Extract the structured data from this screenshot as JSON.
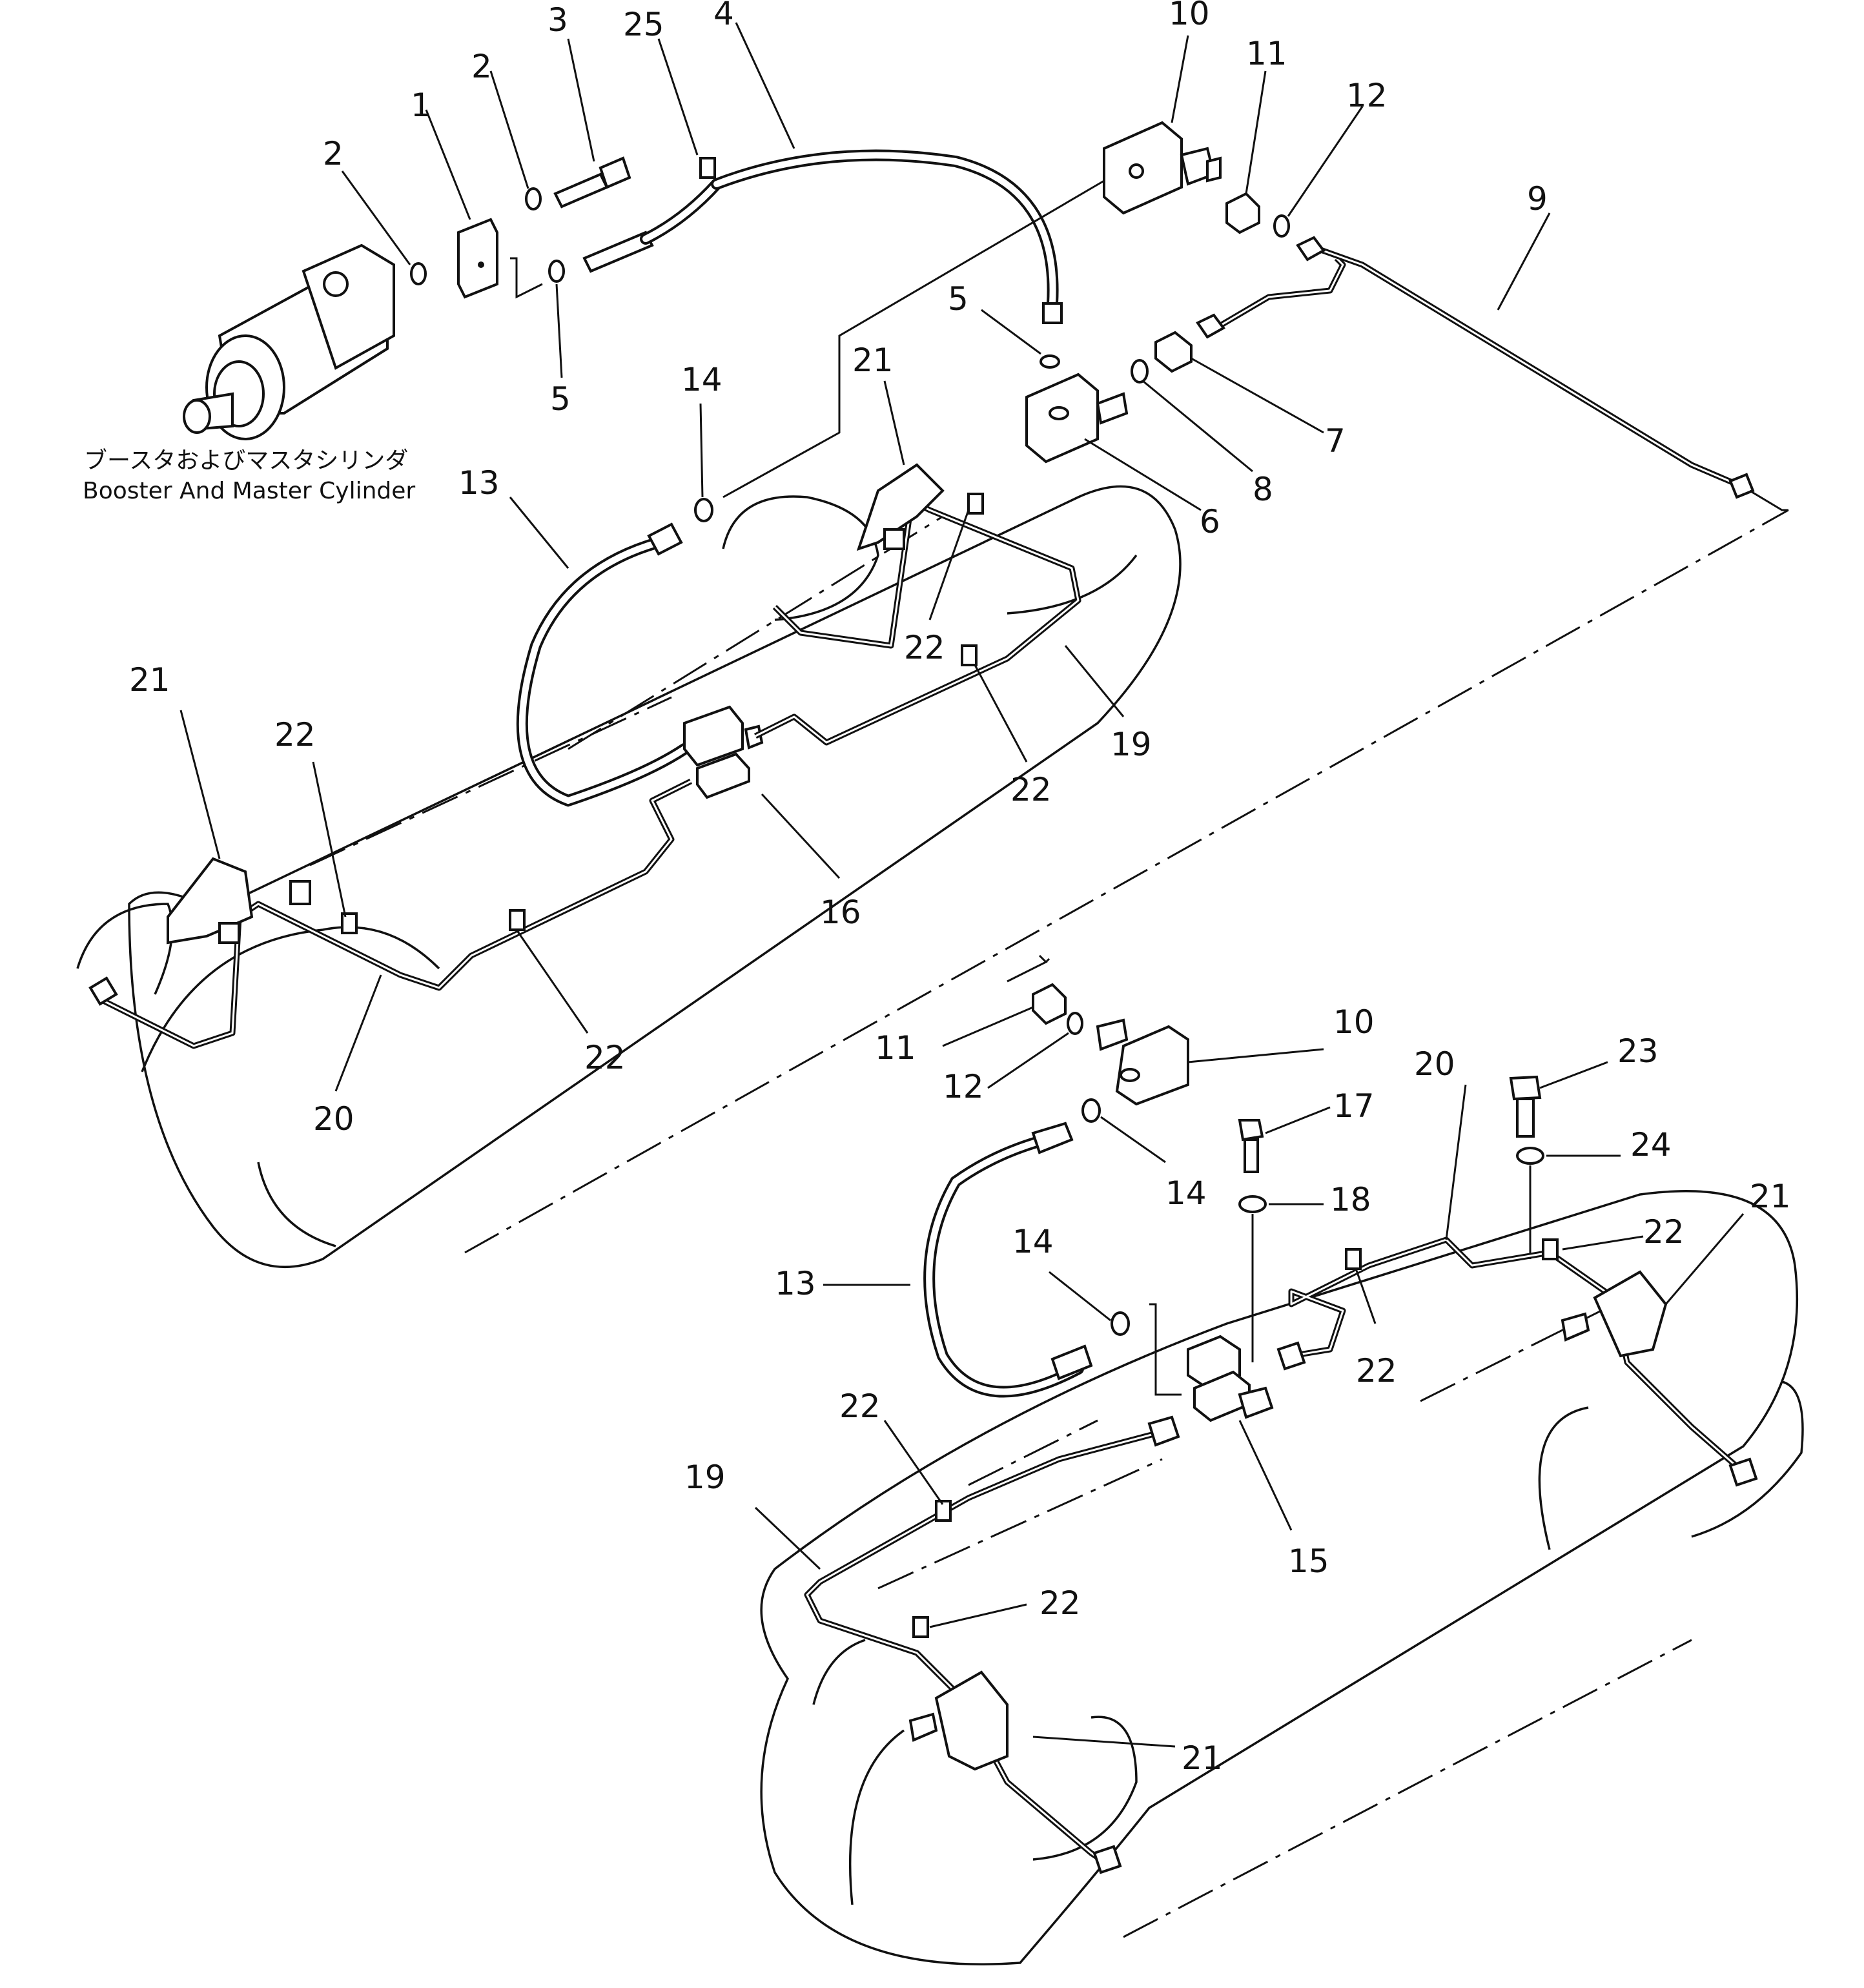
{
  "caption": {
    "japanese": "ブースタおよびマスタシリンダ",
    "english": "Booster And Master Cylinder"
  },
  "callouts": {
    "upper": [
      "1",
      "2",
      "2",
      "3",
      "25",
      "4",
      "10",
      "11",
      "12",
      "9",
      "5",
      "5",
      "7",
      "8",
      "6",
      "14",
      "21",
      "13",
      "22",
      "19",
      "22",
      "21",
      "22",
      "16",
      "22",
      "20"
    ],
    "lower": [
      "11",
      "12",
      "10",
      "20",
      "23",
      "17",
      "24",
      "14",
      "18",
      "21",
      "13",
      "14",
      "22",
      "22",
      "15",
      "22",
      "19",
      "22",
      "21"
    ]
  }
}
